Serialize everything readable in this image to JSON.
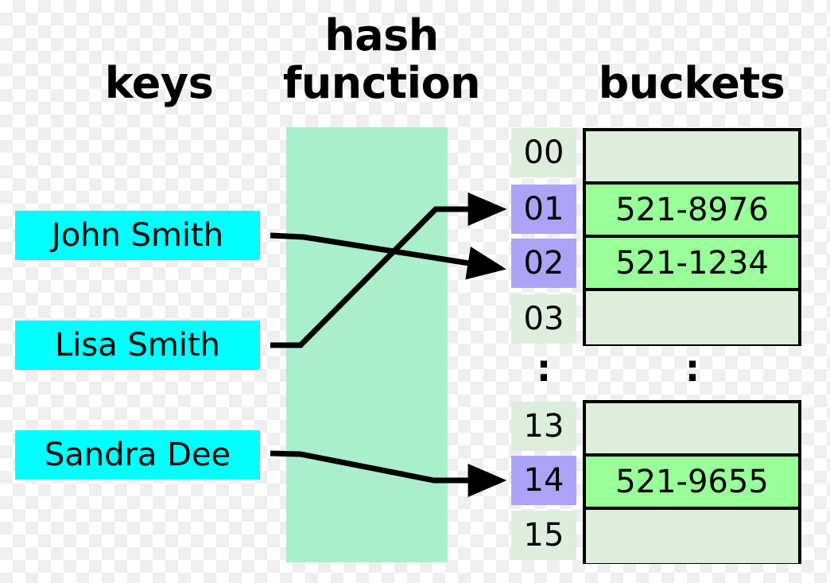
{
  "headings": {
    "keys": "keys",
    "hash_line1": "hash",
    "hash_line2": "function",
    "buckets": "buckets"
  },
  "colors": {
    "key_box": "#00FFFF",
    "hash_body": "#AAEECC",
    "index_empty": "#DEEEDD",
    "index_occupied": "#ACA3F7",
    "bucket_empty": "#DEEEDD",
    "bucket_filled": "#99FF99",
    "stroke": "#000000"
  },
  "keys": [
    {
      "label": "John Smith",
      "maps_to": "02"
    },
    {
      "label": "Lisa Smith",
      "maps_to": "01"
    },
    {
      "label": "Sandra Dee",
      "maps_to": "14"
    }
  ],
  "table_top": {
    "rows": [
      {
        "index": "00",
        "value": "",
        "occupied": false
      },
      {
        "index": "01",
        "value": "521-8976",
        "occupied": true
      },
      {
        "index": "02",
        "value": "521-1234",
        "occupied": true
      },
      {
        "index": "03",
        "value": "",
        "occupied": false
      }
    ]
  },
  "table_bottom": {
    "rows": [
      {
        "index": "13",
        "value": "",
        "occupied": false
      },
      {
        "index": "14",
        "value": "521-9655",
        "occupied": true
      },
      {
        "index": "15",
        "value": "",
        "occupied": false
      }
    ]
  },
  "ellipsis": {
    "index_column": ":",
    "bucket_column": ":"
  }
}
